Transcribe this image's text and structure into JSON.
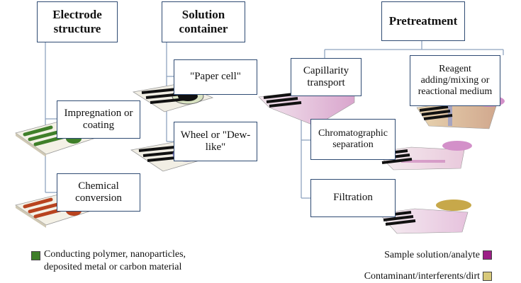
{
  "headers": {
    "electrode": "Electrode structure",
    "solution": "Solution container",
    "pretreatment": "Pretreatment"
  },
  "electrode_options": {
    "impregnation": "Impregnation or coating",
    "chemical": "Chemical conversion"
  },
  "container_options": {
    "paper_cell": "\"Paper cell\"",
    "wheel": "Wheel or \"Dew-like\""
  },
  "pretreatment_options": {
    "capillarity": "Capillarity transport",
    "reagent": "Reagent adding/mixing or reactional medium",
    "chromatographic": "Chromatographic separation",
    "filtration": "Filtration"
  },
  "legend": {
    "conducting": "Conducting polymer, nanoparticles, deposited metal or carbon material",
    "sample": "Sample solution/analyte",
    "contaminant": "Contaminant/interferents/dirt"
  },
  "colors": {
    "conducting": "#3f7f2a",
    "sample": "#9c1f86",
    "contaminant": "#d8c97a",
    "line": "#8fa3bf",
    "box_border": "#2f4b73"
  }
}
